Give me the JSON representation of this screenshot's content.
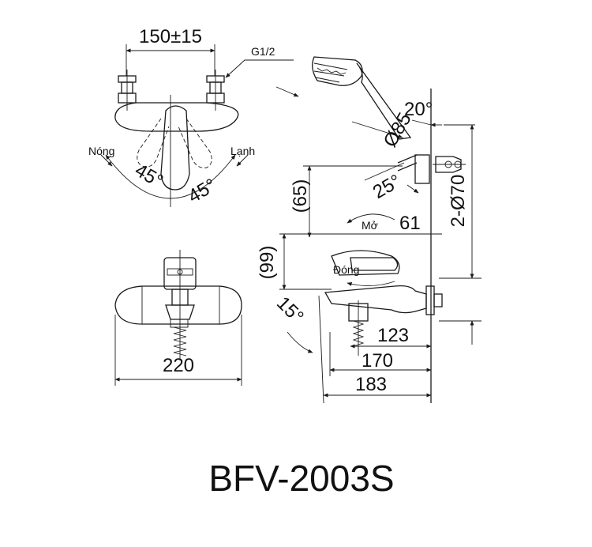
{
  "model": "BFV-2003S",
  "top_view": {
    "spacing": "150±15",
    "thread": "G1/2",
    "hot_label": "Nóng",
    "cold_label": "Lạnh",
    "angle_left": "45°",
    "angle_right": "45°"
  },
  "front_view": {
    "width": "220"
  },
  "side_view": {
    "angle_top": "20°",
    "diameter_head": "Ø85",
    "angle_hook": "25°",
    "dim_65": "(65)",
    "open_label": "Mở",
    "dim_61": "61",
    "pipe_diameter": "2-Ø70",
    "dim_99": "(99)",
    "close_label": "Đóng",
    "angle_spout": "15°",
    "dim_123": "123",
    "dim_170": "170",
    "dim_183": "183"
  }
}
